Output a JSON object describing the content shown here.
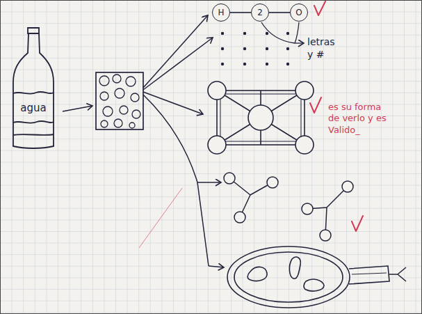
{
  "diagram": {
    "nodes": [
      {
        "text": [
          "agua"
        ]
      },
      {
        "text": [
          "H"
        ]
      },
      {
        "text": [
          "2"
        ]
      },
      {
        "text": [
          "O"
        ]
      }
    ],
    "edges": [
      {
        "from": 1,
        "to": 2,
        "arrow": "none"
      },
      {
        "from": 2,
        "to": 3,
        "arrow": "none"
      }
    ],
    "labels": [
      "letras y #",
      "es su forma de verlo y es Valido_"
    ]
  }
}
